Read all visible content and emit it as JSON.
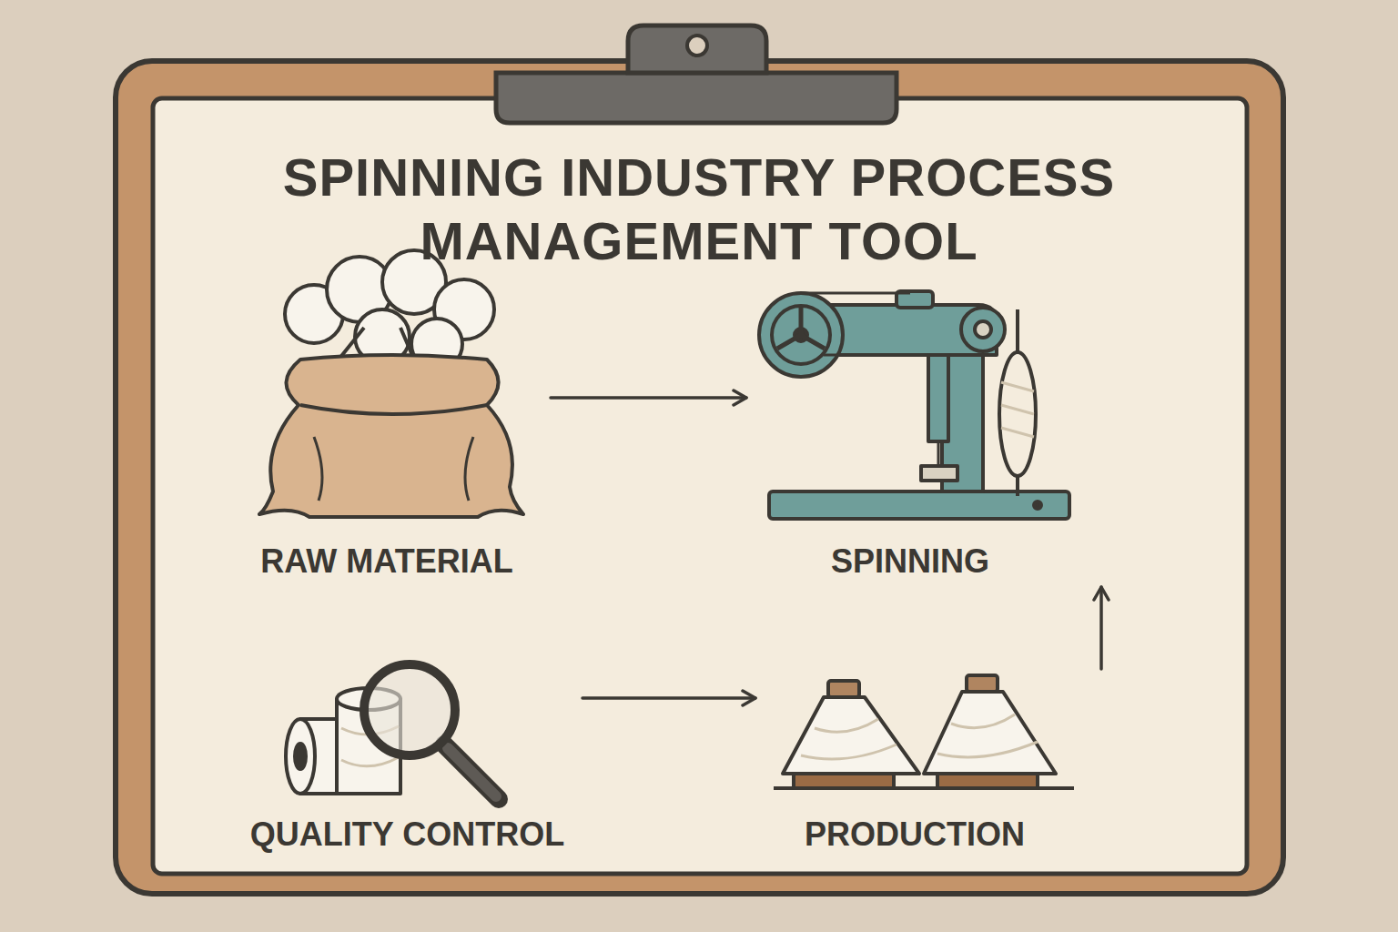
{
  "diagram": {
    "title": "SPINNING INDUSTRY PROCESS MANAGEMENT TOOL",
    "nodes": [
      {
        "text": [
          "RAW MATERIAL"
        ]
      },
      {
        "text": [
          "SPINNING"
        ]
      },
      {
        "text": [
          "QUALITY CONTROL"
        ]
      },
      {
        "text": [
          "PRODUCTION"
        ]
      }
    ],
    "edges": [
      {
        "from": 0,
        "to": 1,
        "arrow": "to"
      },
      {
        "from": 2,
        "to": 3,
        "arrow": "to"
      },
      {
        "from": 3,
        "to": 1,
        "arrow": "to"
      }
    ]
  }
}
